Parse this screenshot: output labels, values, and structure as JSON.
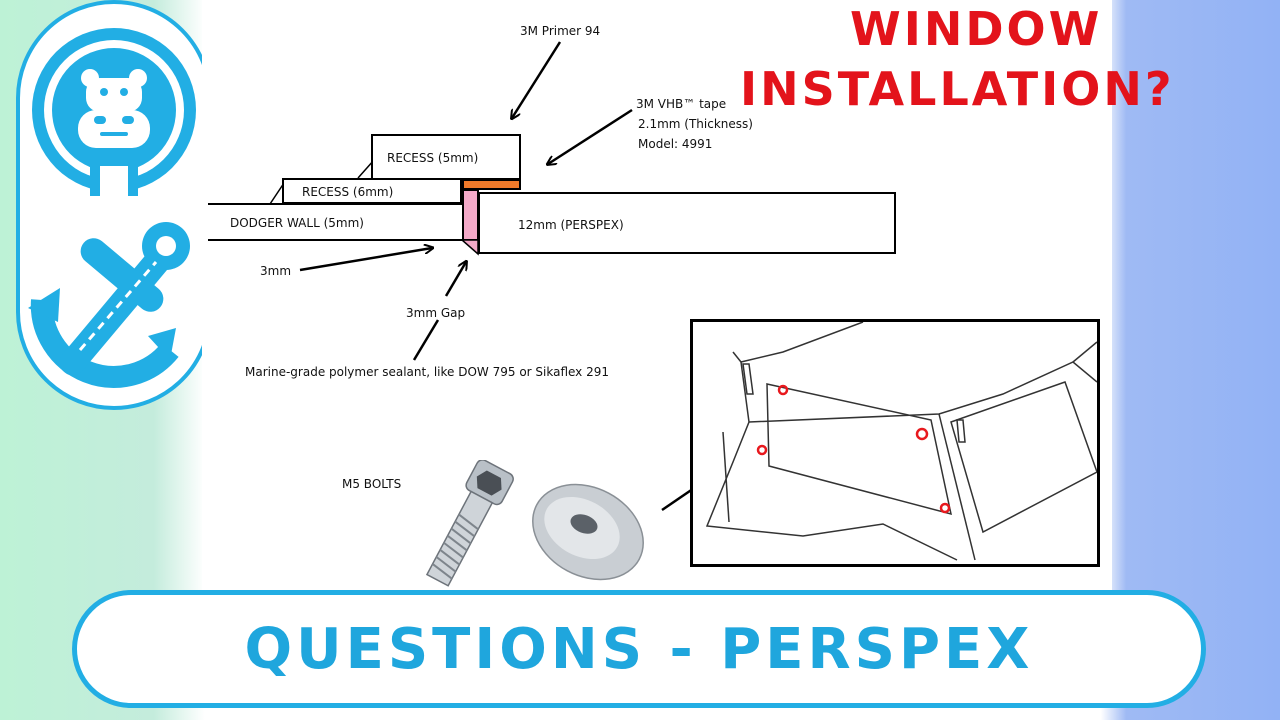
{
  "title": {
    "line1": "WINDOW",
    "line2": "INSTALLATION?"
  },
  "banner": {
    "text": "QUESTIONS - PERSPEX"
  },
  "diagram": {
    "primer": "3M Primer 94",
    "vhb_line1": "3M VHB™ tape",
    "vhb_line2": "2.1mm (Thickness)",
    "vhb_line3": "Model: 4991",
    "recess_5": "RECESS   (5mm)",
    "recess_6": "RECESS    (6mm)",
    "dodger_wall": "DODGER WALL  (5mm)",
    "perspex": "12mm    (PERSPEX)",
    "three_mm": "3mm",
    "gap": "3mm Gap",
    "sealant": "Marine-grade polymer sealant, like DOW 795 or Sikaflex 291",
    "bolts": "M5 BOLTS"
  },
  "colors": {
    "title_red": "#e3131b",
    "brand_blue": "#22aee4",
    "tape_orange": "#f07a2a",
    "sealant_pink": "#f4a9c8",
    "hole_red": "#e8191e"
  },
  "icons": {
    "logo_top": "hippo-icon",
    "logo_bottom": "anchor-icon"
  }
}
